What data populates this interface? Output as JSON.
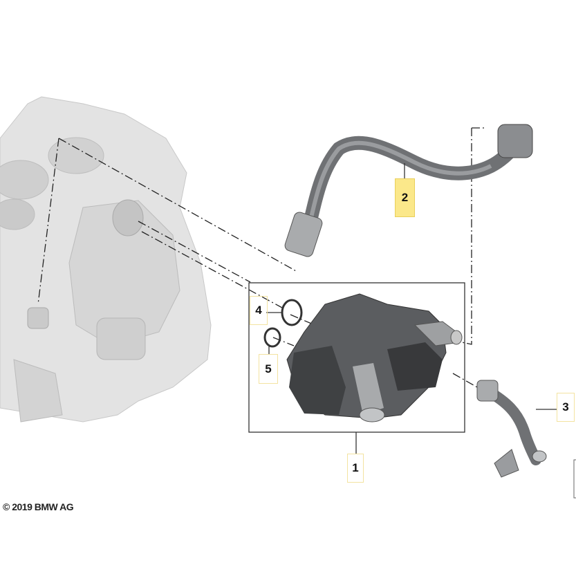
{
  "copyright": "© 2019 BMW AG",
  "callouts": [
    {
      "number": "1",
      "part": "module",
      "highlighted": false
    },
    {
      "number": "2",
      "part": "upper-hose",
      "highlighted": true
    },
    {
      "number": "3",
      "part": "lower-hose",
      "highlighted": false
    },
    {
      "number": "4",
      "part": "o-ring-large",
      "highlighted": false
    },
    {
      "number": "5",
      "part": "o-ring-small",
      "highlighted": false
    }
  ],
  "colors": {
    "highlight": "#fbe88a",
    "callout_border": "#f3e3a0",
    "engine_block": "#dcdcdc",
    "module": "#4a4c4e",
    "hose": "#7b7d80"
  }
}
